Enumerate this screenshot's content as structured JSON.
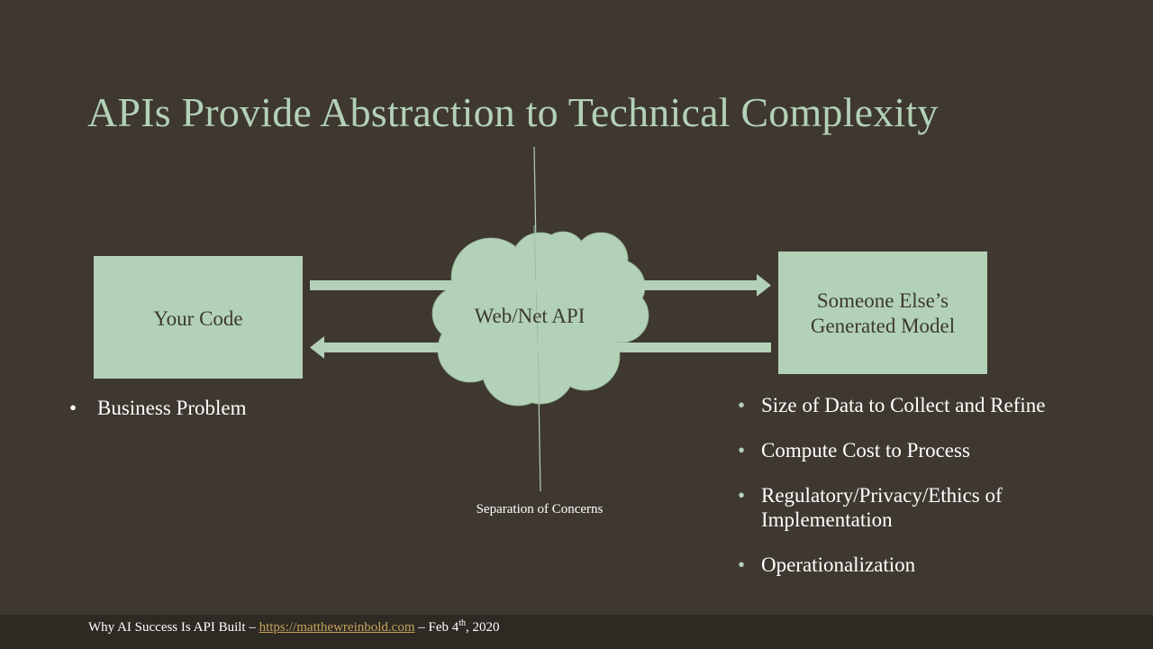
{
  "slide": {
    "title": "APIs Provide Abstraction to Technical Complexity",
    "left_box": "Your Code",
    "cloud_label": "Web/Net API",
    "right_box_line1": "Someone Else’s",
    "right_box_line2": "Generated Model",
    "separation_label": "Separation of Concerns",
    "left_bullets": [
      "Business Problem"
    ],
    "right_bullets": [
      "Size of Data to Collect and Refine",
      "Compute Cost to Process",
      "Regulatory/Privacy/Ethics of Implementation",
      "Operationalization"
    ],
    "bullet_glyph": "•"
  },
  "footer": {
    "prefix": "Why AI Success  Is API Built – ",
    "link_text": "https://matthewreinbold.com",
    "date_prefix": "  – Feb 4",
    "date_sup": "th",
    "date_suffix": ", 2020"
  },
  "colors": {
    "background": "#3e3830",
    "accent_green": "#b3d1b6",
    "dark_text": "#3b3a30",
    "link": "#c5a35a",
    "footer_bar": "#2d2923"
  }
}
